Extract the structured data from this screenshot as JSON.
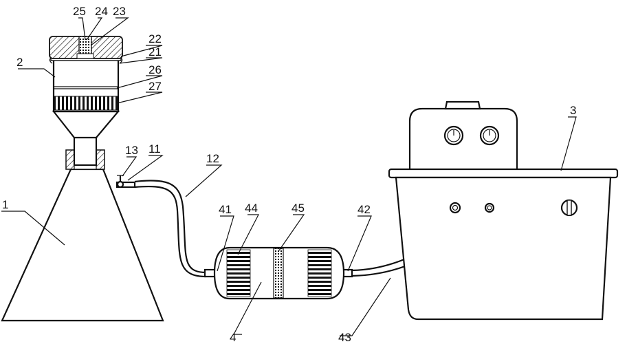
{
  "figure": {
    "labels": {
      "l1": "1",
      "l2": "2",
      "l3": "3",
      "l4": "4",
      "l11": "11",
      "l12": "12",
      "l13": "13",
      "l21": "21",
      "l22": "22",
      "l23": "23",
      "l24": "24",
      "l25": "25",
      "l26": "26",
      "l27": "27",
      "l41": "41",
      "l42": "42",
      "l43": "43",
      "l44": "44",
      "l45": "45"
    }
  }
}
